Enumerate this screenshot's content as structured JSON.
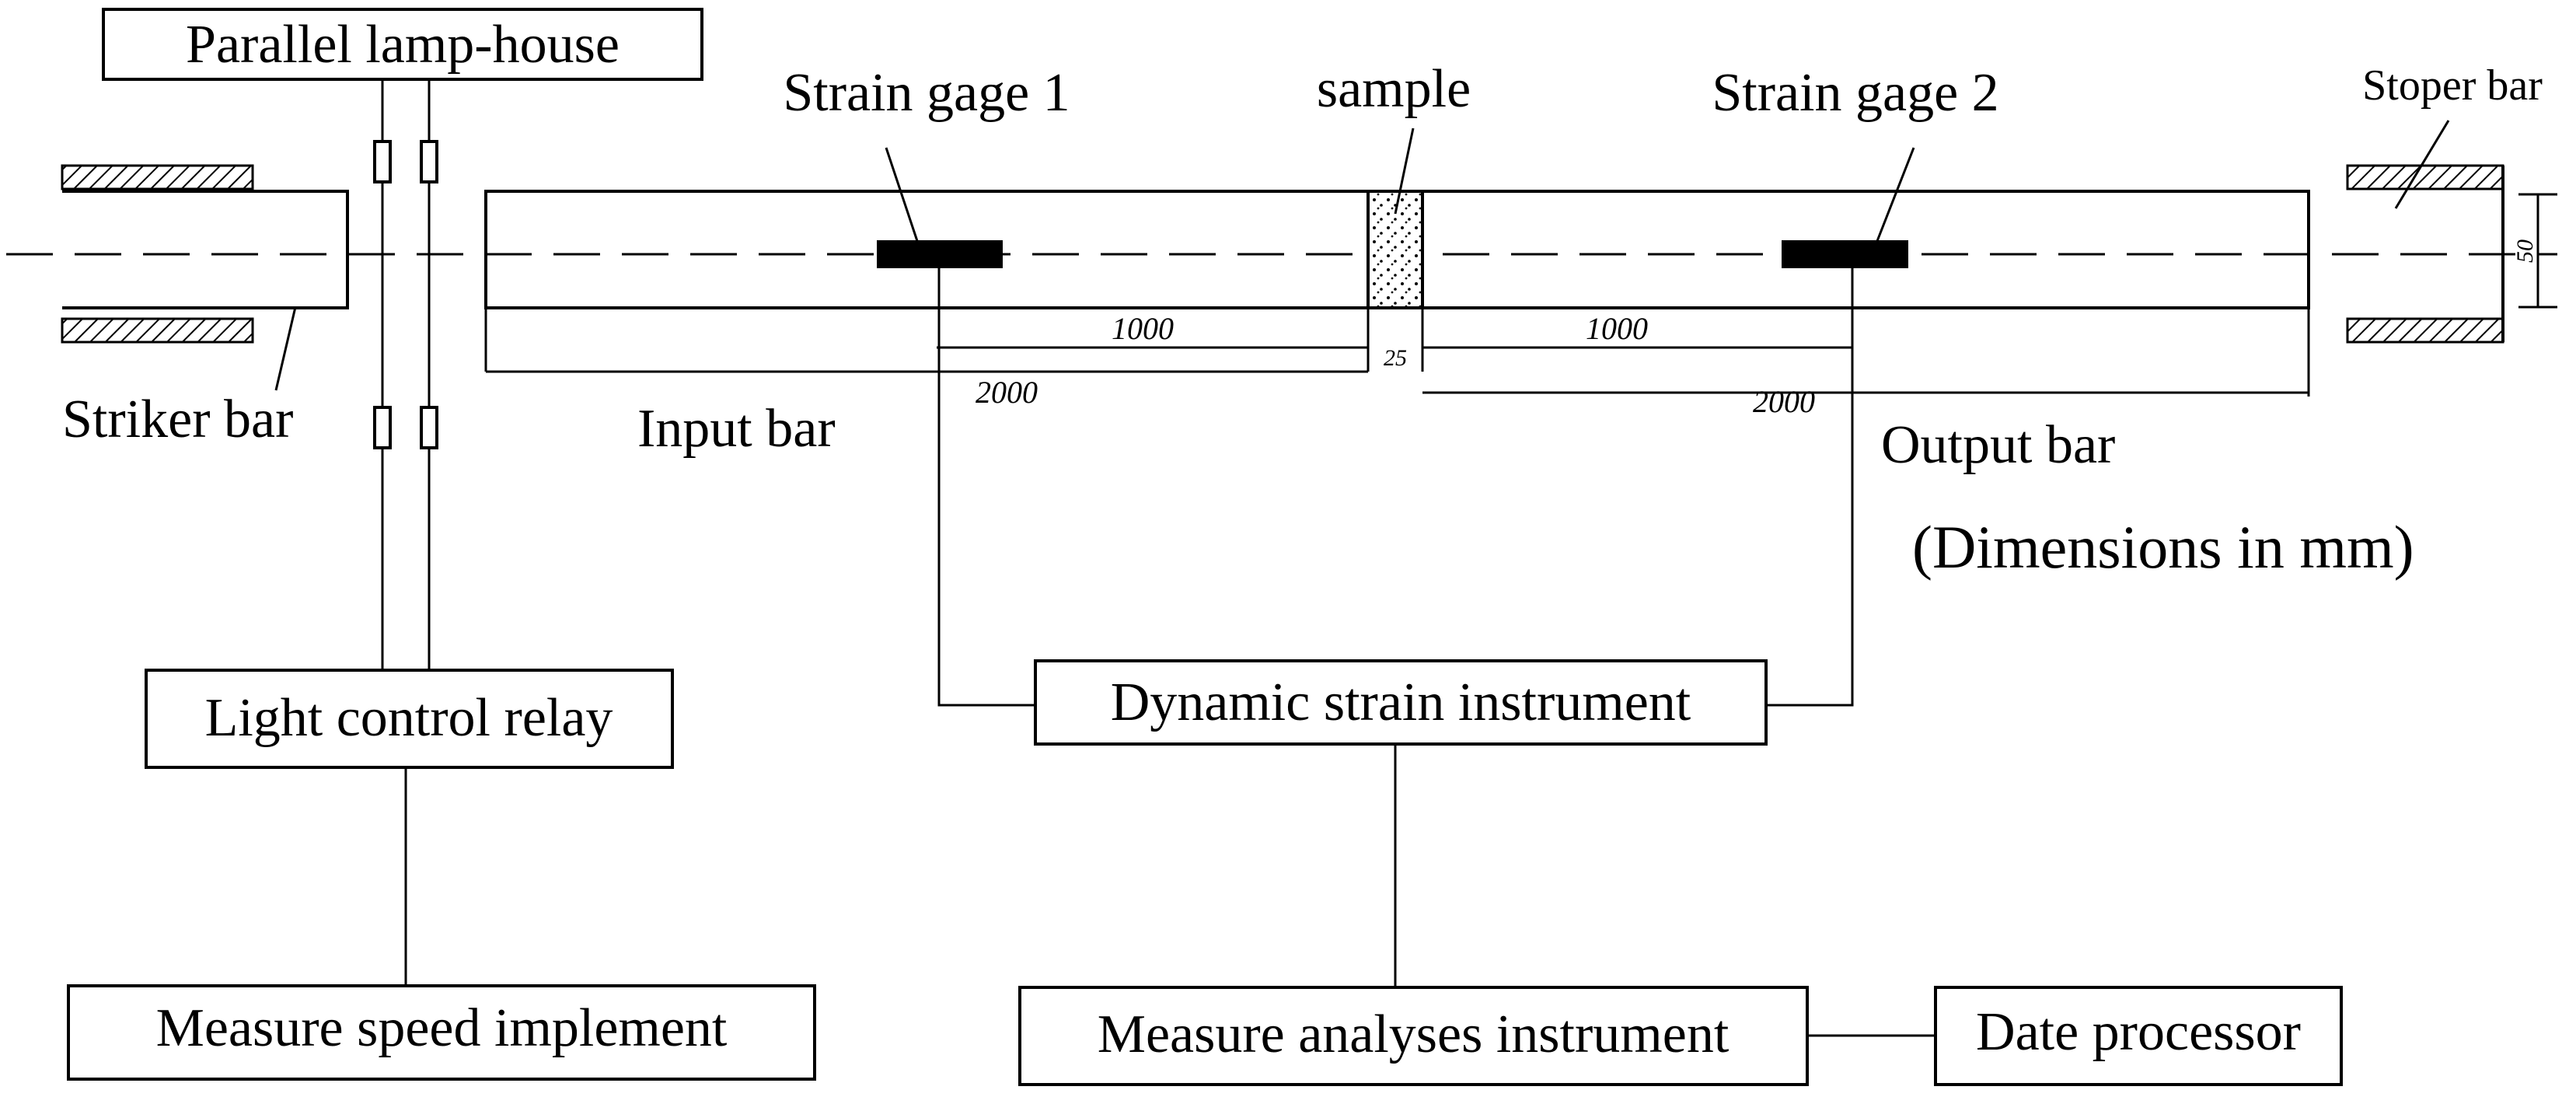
{
  "labels": {
    "parallel_lamp_house": "Parallel lamp-house",
    "strain_gage_1": "Strain gage 1",
    "sample": "sample",
    "strain_gage_2": "Strain gage 2",
    "stoper_bar": "Stoper bar",
    "striker_bar": "Striker bar",
    "input_bar": "Input bar",
    "output_bar": "Output bar",
    "dimensions_note": "(Dimensions in mm)",
    "light_control_relay": "Light control relay",
    "dynamic_strain_instrument": "Dynamic strain instrument",
    "measure_speed_implement": "Measure speed implement",
    "measure_analyses_instrument": "Measure analyses instrument",
    "date_processor": "Date processor"
  },
  "dimensions": {
    "gage1_to_sample": "1000",
    "sample_length": "25",
    "sample_to_gage2": "1000",
    "input_bar_length": "2000",
    "output_bar_length": "2000",
    "bar_diameter": "50"
  }
}
